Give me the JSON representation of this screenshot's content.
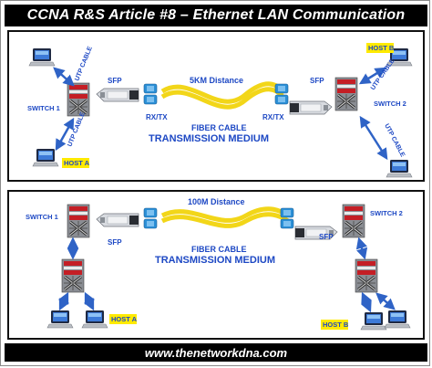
{
  "title": "CCNA R&S Article #8 – Ethernet LAN Communication",
  "footer": "www.thenetworkdna.com",
  "colors": {
    "fiber": "#f2d619",
    "utp_arrow": "#2f63c6",
    "label_blue": "#1d48c4",
    "host_highlight": "#ffea00",
    "connector_blue": "#2b8fd6",
    "switch_red": "#c41e25"
  },
  "panel1": {
    "distance": "5KM Distance",
    "fiber_cable": "FIBER CABLE",
    "medium": "TRANSMISSION MEDIUM",
    "sfp_left": "SFP",
    "sfp_right": "SFP",
    "rxtx_left": "RX/TX",
    "rxtx_right": "RX/TX",
    "switch1": "SWITCH 1",
    "switch2": "SWITCH 2",
    "host_a": "HOST A",
    "host_b": "HOST B",
    "utp1": "UTP CABLE",
    "utp2": "UTP CABLE",
    "utp3": "UTP CABLE",
    "utp4": "UTP CABLE"
  },
  "panel2": {
    "distance": "100M Distance",
    "fiber_cable": "FIBER CABLE",
    "medium": "TRANSMISSION MEDIUM",
    "sfp_left": "SFP",
    "sfp_right": "SFP",
    "switch1": "SWITCH 1",
    "switch2": "SWITCH 2",
    "host_a": "HOST A",
    "host_b": "HOST B"
  },
  "icons": [
    "laptop-icon",
    "switch-icon",
    "sfp-module-icon",
    "lc-connector-icon"
  ]
}
